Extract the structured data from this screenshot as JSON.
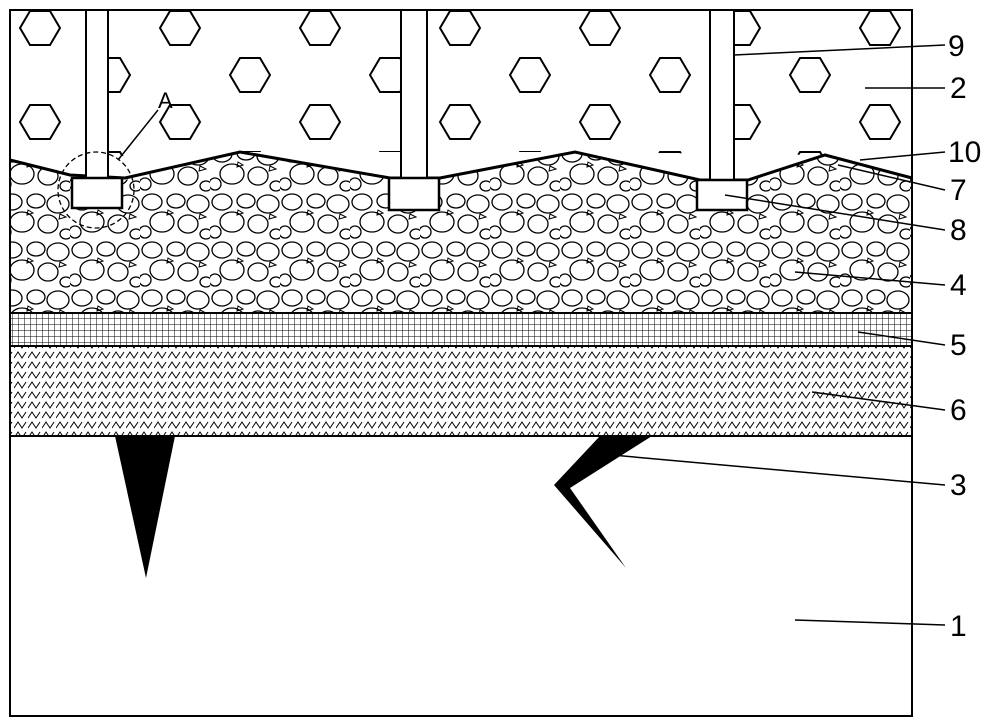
{
  "figure": {
    "type": "cross-section diagram",
    "labels": {
      "l1": "1",
      "l2": "2",
      "l3": "3",
      "l4": "4",
      "l5": "5",
      "l6": "6",
      "l7": "7",
      "l8": "8",
      "l9": "9",
      "l10": "10",
      "detail": "A"
    },
    "colors": {
      "line": "#000000",
      "background": "#ffffff",
      "fill_dark": "#000000"
    }
  }
}
